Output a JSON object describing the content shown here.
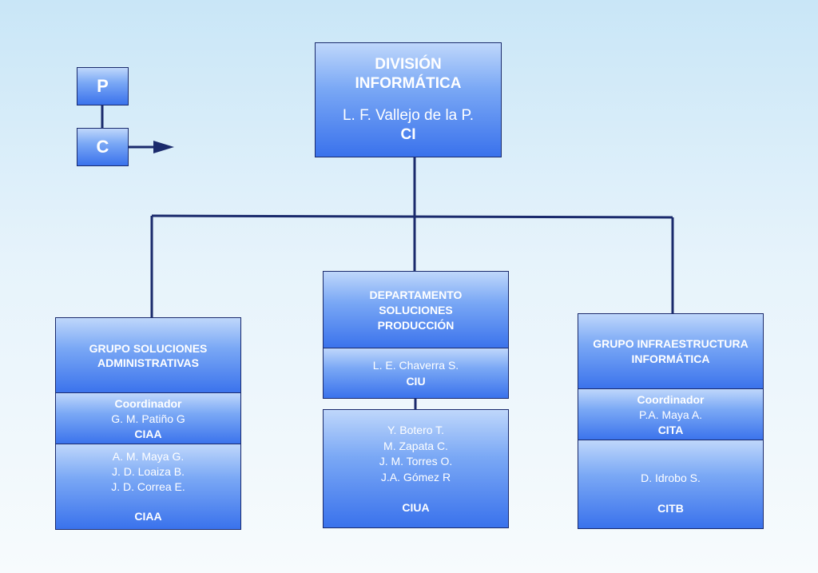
{
  "legend": {
    "p_label": "P",
    "c_label": "C"
  },
  "division": {
    "title_line1": "DIVISIÓN",
    "title_line2": "INFORMÁTICA",
    "head": "L. F. Vallejo de la P.",
    "code": "CI"
  },
  "groups": {
    "administrativas": {
      "title_line1": "GRUPO SOLUCIONES",
      "title_line2": "ADMINISTRATIVAS",
      "coord_label": "Coordinador",
      "coord_name": "G. M.  Patiño G",
      "coord_code": "CIAA",
      "members": [
        "A. M. Maya G.",
        "J. D. Loaiza B.",
        "J. D. Correa E."
      ],
      "members_code": "CIAA"
    },
    "produccion": {
      "title_line1": "DEPARTAMENTO",
      "title_line2": "SOLUCIONES",
      "title_line3": "PRODUCCIÓN",
      "lead_name": "L. E. Chaverra S.",
      "lead_code": "CIU",
      "members": [
        "Y. Botero T.",
        "M. Zapata C.",
        "J. M. Torres O.",
        "J.A. Gómez R"
      ],
      "members_code": "CIUA"
    },
    "infraestructura": {
      "title_line1": "GRUPO INFRAESTRUCTURA",
      "title_line2": "INFORMÁTICA",
      "coord_label": "Coordinador",
      "coord_name": "P.A. Maya A.",
      "coord_code": "CITA",
      "members": [
        "D. Idrobo  S."
      ],
      "members_code": "CITB"
    }
  },
  "colors": {
    "line": "#1a2a6c",
    "box_top": "#bfd7fb",
    "box_bottom": "#3a72ec",
    "text": "#ffffff"
  }
}
